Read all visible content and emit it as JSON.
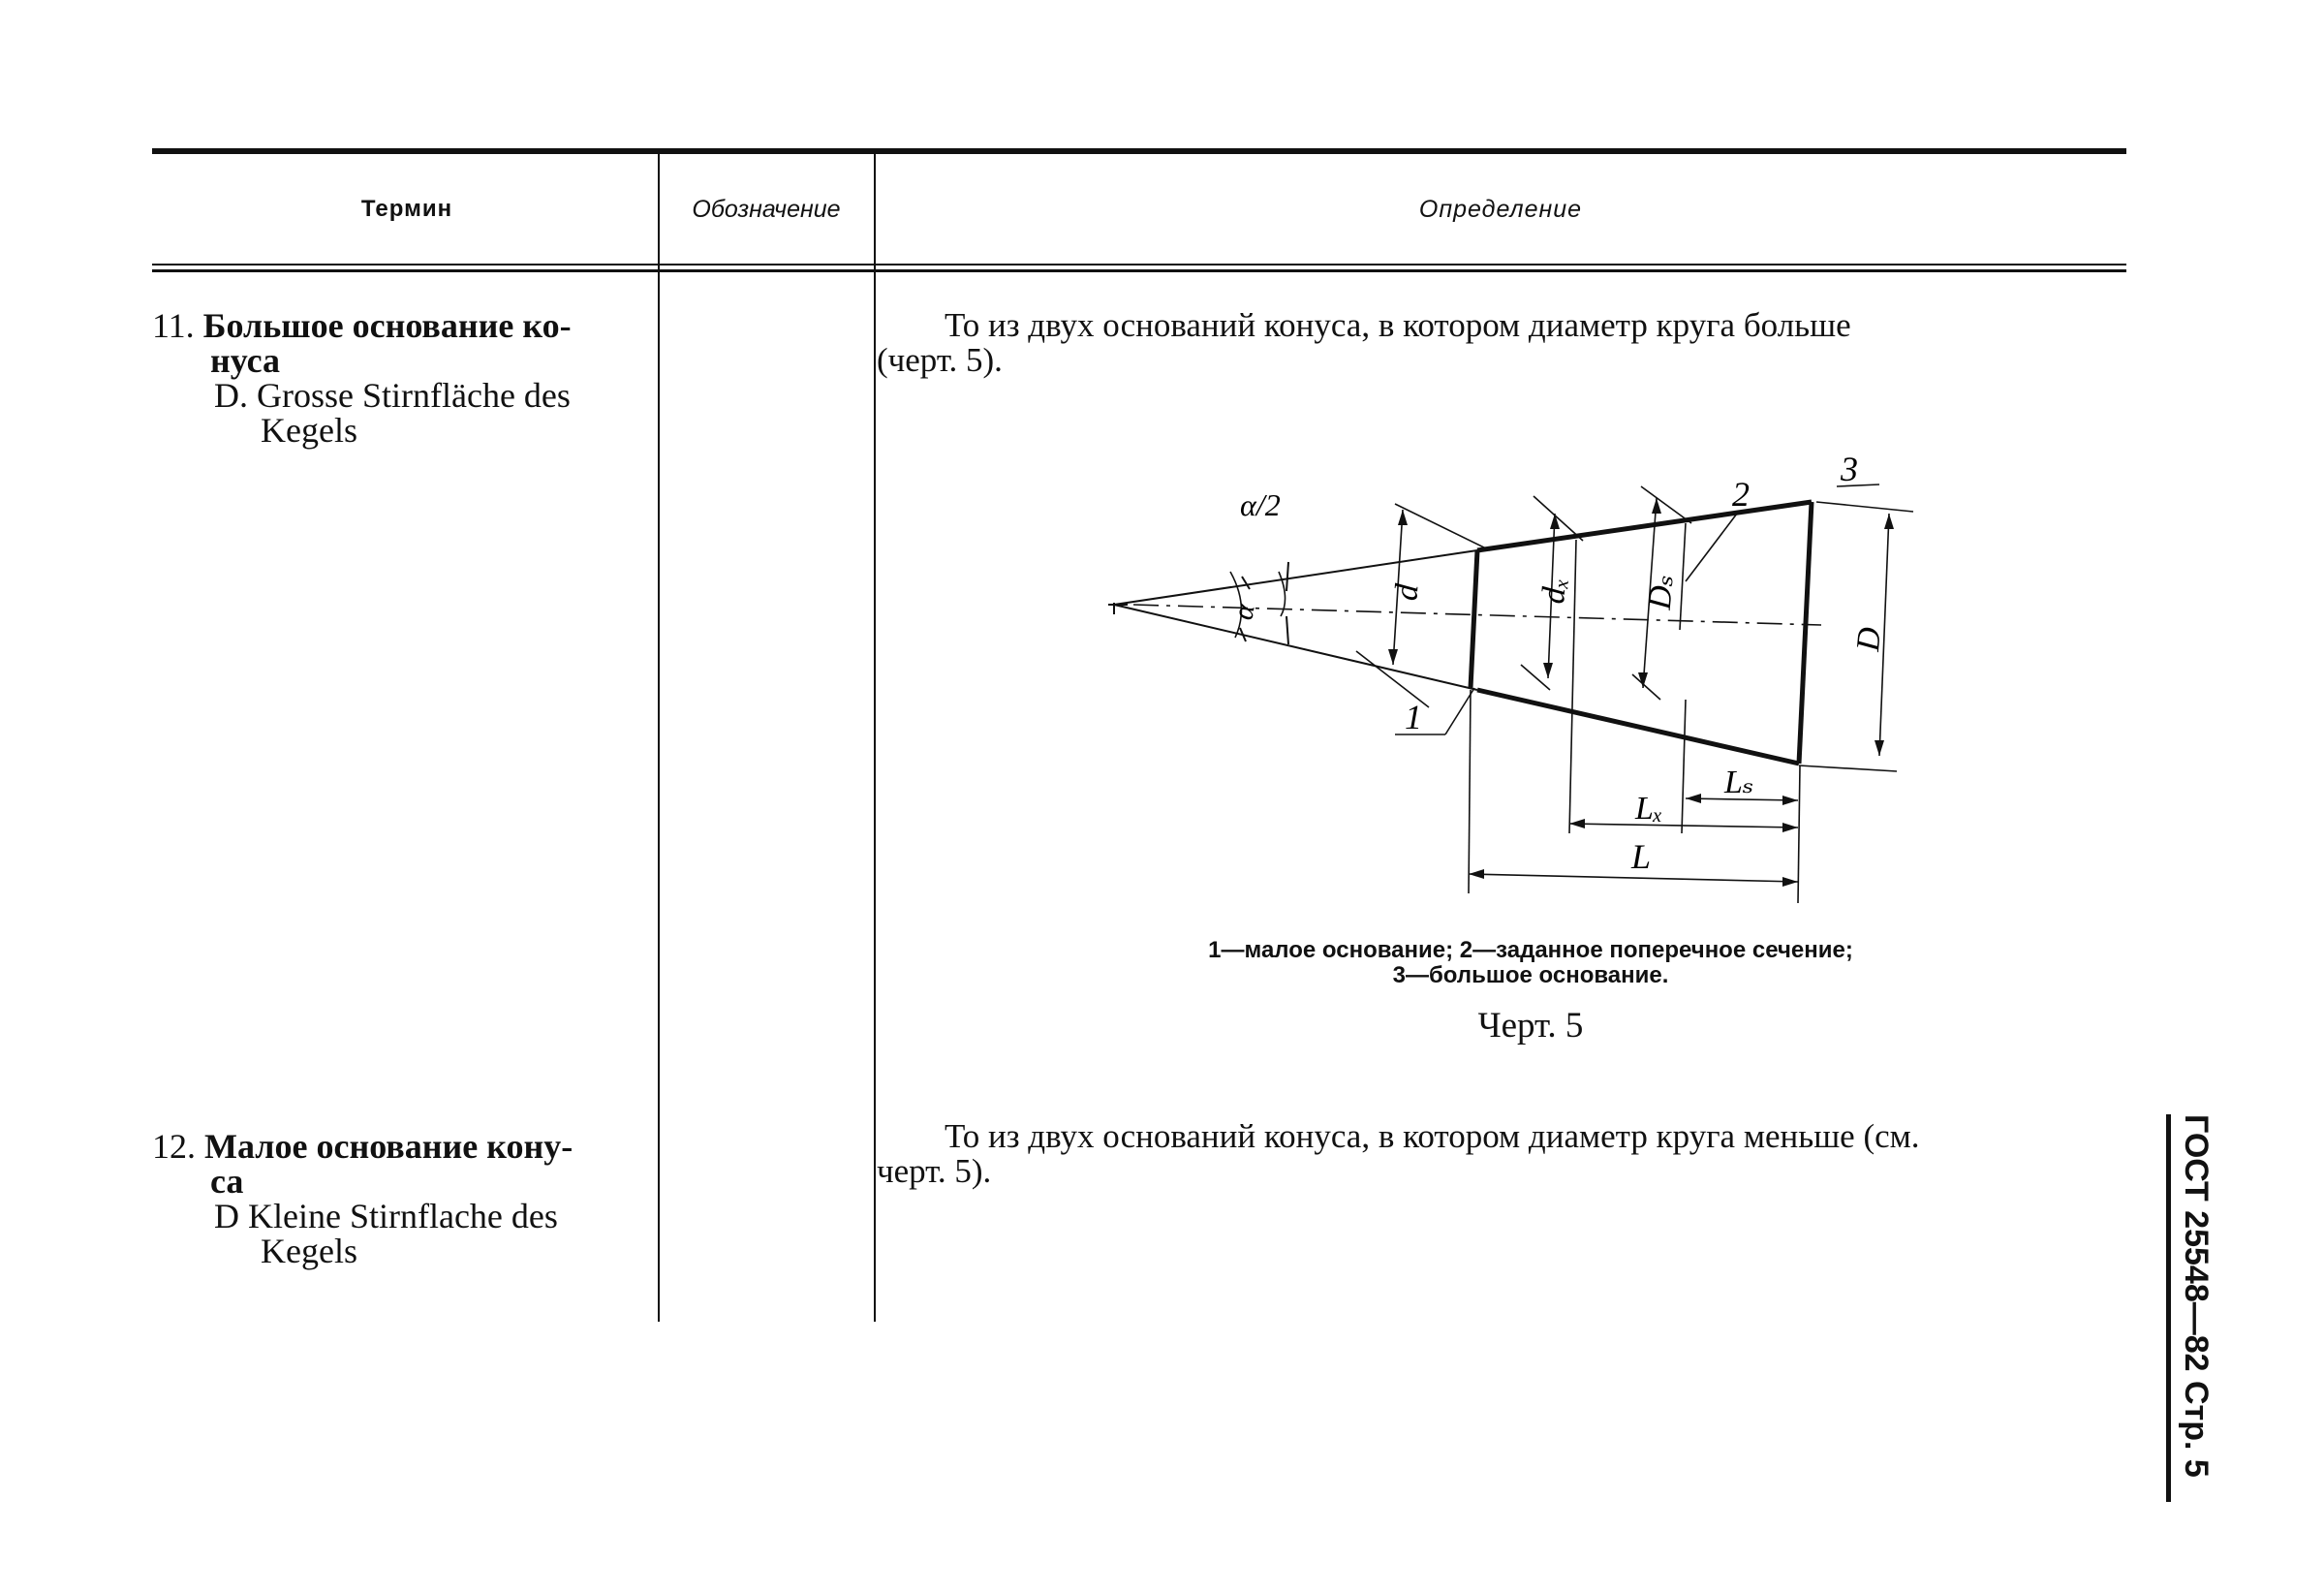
{
  "header": {
    "term": "Термин",
    "designation": "Обозначение",
    "definition": "Определение"
  },
  "entries": [
    {
      "number": "11.",
      "term_line1": "Большое основание ко-",
      "term_line2": "нуса",
      "de_line1": "D. Grosse Stirnfläche des",
      "de_line2": "Kegels",
      "definition_line1": "То из двух оснований конуса, в котором диаметр круга больше",
      "definition_line2": "(черт. 5)."
    },
    {
      "number": "12.",
      "term_line1": "Малое основание кону-",
      "term_line2": "са",
      "de_line1": "D Kleine Stirnflache des",
      "de_line2": "Kegels",
      "definition_line1": "То из двух оснований конуса, в котором диаметр круга меньше (см.",
      "definition_line2": "черт. 5)."
    }
  ],
  "figure": {
    "labels": {
      "alpha_half": "α/2",
      "alpha": "α",
      "d": "d",
      "dx": "dₓ",
      "Ds": "Dₛ",
      "D": "D",
      "Ls": "Lₛ",
      "Lx": "Lₓ",
      "L": "L",
      "n1": "1",
      "n2": "2",
      "n3": "3"
    },
    "caption_line1": "1—малое основание; 2—заданное поперечное сечение;",
    "caption_line2": "3—большое основание.",
    "title": "Черт. 5"
  },
  "side_label": "ГОСТ 25548—82 Стр. 5"
}
